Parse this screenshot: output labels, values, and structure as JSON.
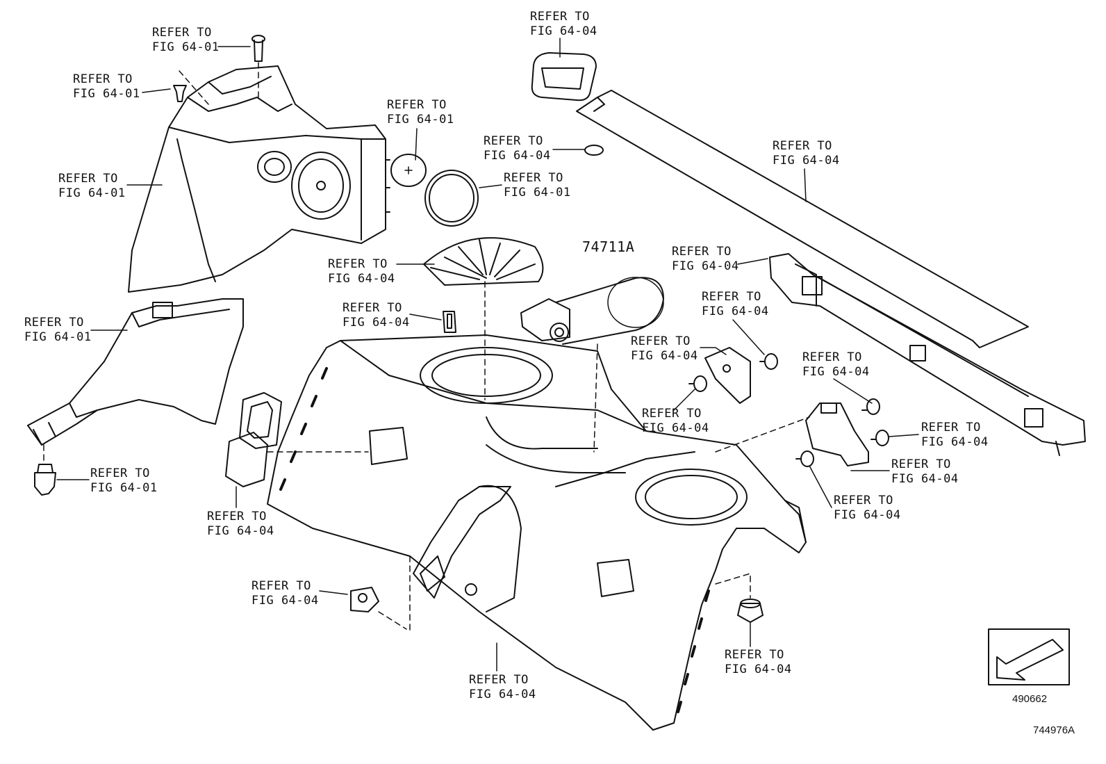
{
  "callouts": [
    {
      "line1": "REFER TO",
      "line2": "FIG 64-01"
    },
    {
      "line1": "REFER TO",
      "line2": "FIG 64-01"
    },
    {
      "line1": "REFER TO",
      "line2": "FIG 64-01"
    },
    {
      "line1": "REFER TO",
      "line2": "FIG 64-01"
    },
    {
      "line1": "REFER TO",
      "line2": "FIG 64-01"
    },
    {
      "line1": "REFER TO",
      "line2": "FIG 64-01"
    },
    {
      "line1": "REFER TO",
      "line2": "FIG 64-01"
    },
    {
      "line1": "REFER TO",
      "line2": "FIG 64-04"
    },
    {
      "line1": "REFER TO",
      "line2": "FIG 64-04"
    },
    {
      "line1": "REFER TO",
      "line2": "FIG 64-04"
    },
    {
      "line1": "REFER TO",
      "line2": "FIG 64-04"
    },
    {
      "line1": "REFER TO",
      "line2": "FIG 64-04"
    },
    {
      "line1": "REFER TO",
      "line2": "FIG 64-04"
    },
    {
      "line1": "REFER TO",
      "line2": "FIG 64-04"
    },
    {
      "line1": "REFER TO",
      "line2": "FIG 64-04"
    },
    {
      "line1": "REFER TO",
      "line2": "FIG 64-04"
    },
    {
      "line1": "REFER TO",
      "line2": "FIG 64-04"
    },
    {
      "line1": "REFER TO",
      "line2": "FIG 64-04"
    },
    {
      "line1": "REFER TO",
      "line2": "FIG 64-04"
    },
    {
      "line1": "REFER TO",
      "line2": "FIG 64-04"
    },
    {
      "line1": "REFER TO",
      "line2": "FIG 64-04"
    },
    {
      "line1": "REFER TO",
      "line2": "FIG 64-04"
    },
    {
      "line1": "REFER TO",
      "line2": "FIG 64-04"
    },
    {
      "line1": "REFER TO",
      "line2": "FIG 64-04"
    }
  ],
  "part_number": "74711A",
  "inset_code": "490662",
  "diagram_code": "744976A",
  "colors": {
    "line": "#111111",
    "paper": "#ffffff"
  }
}
